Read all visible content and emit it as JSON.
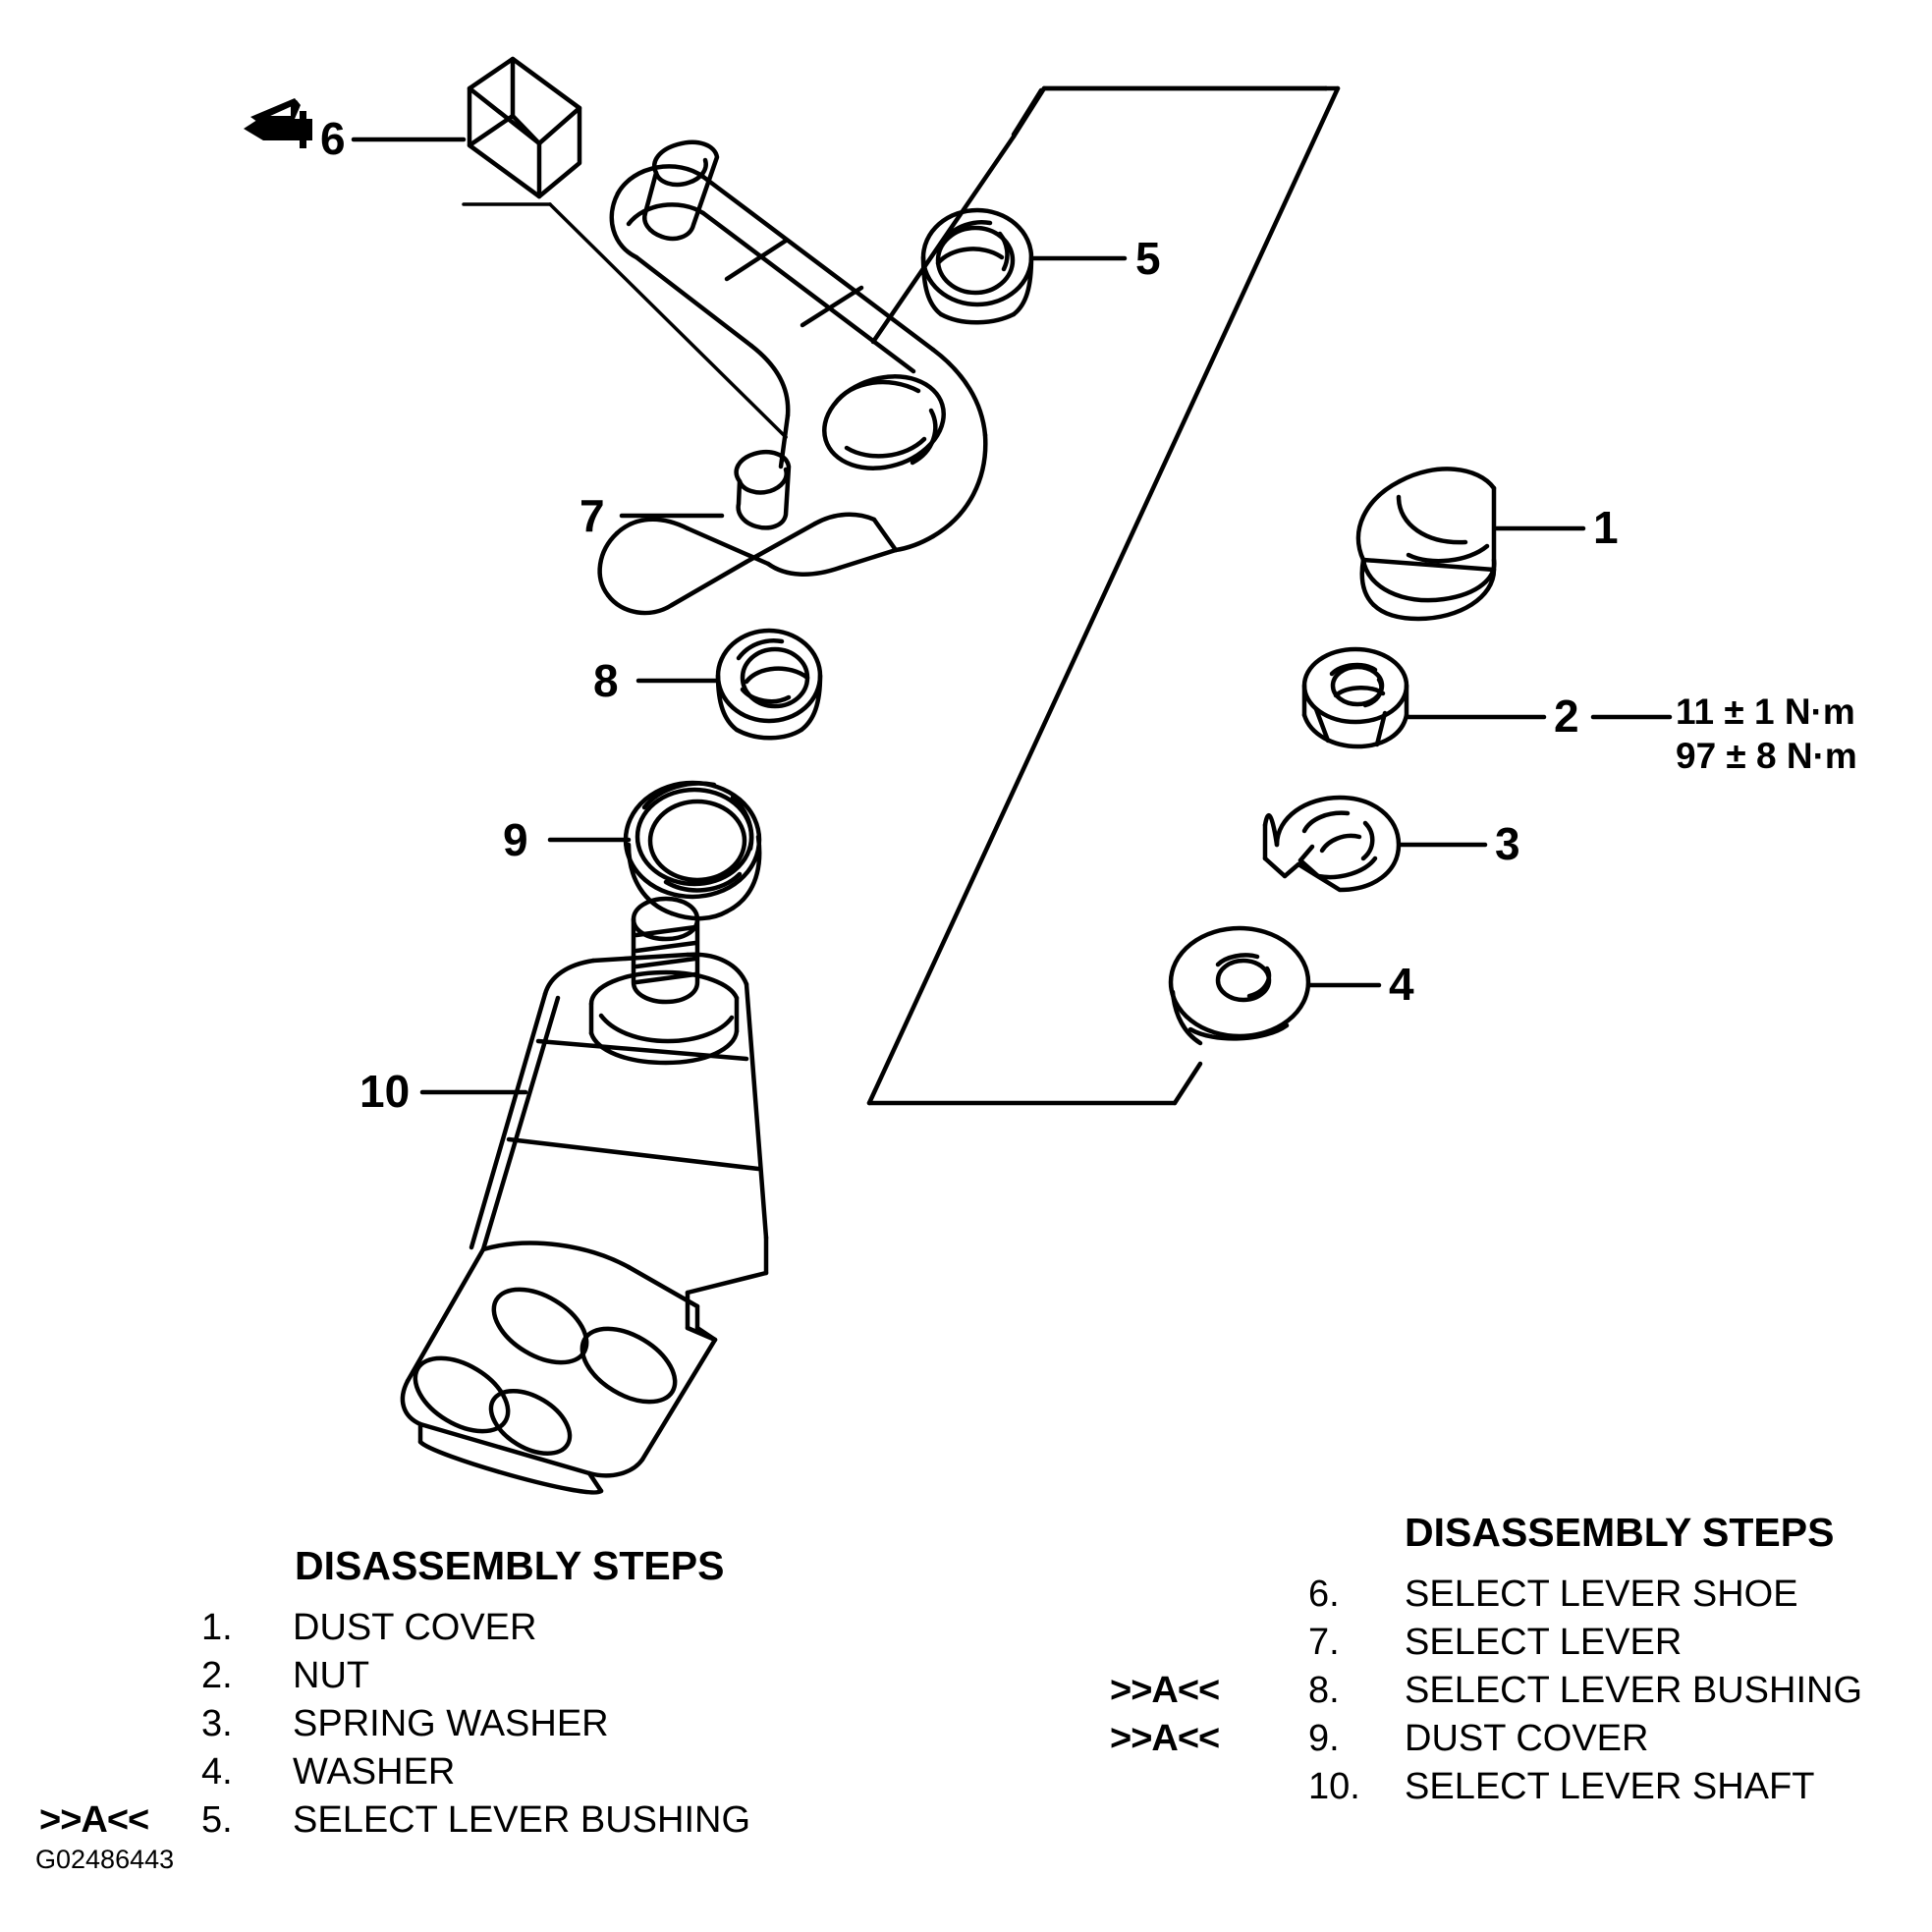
{
  "figure": {
    "code": "G02486443",
    "subject": "select-lever-exploded-assembly"
  },
  "callouts": [
    {
      "id": "1",
      "label": "1",
      "part": "DUST COVER"
    },
    {
      "id": "2",
      "label": "2",
      "part": "NUT"
    },
    {
      "id": "3",
      "label": "3",
      "part": "SPRING WASHER"
    },
    {
      "id": "4",
      "label": "4",
      "part": "WASHER"
    },
    {
      "id": "5",
      "label": "5",
      "part": "SELECT LEVER BUSHING"
    },
    {
      "id": "6",
      "label": "6",
      "part": "SELECT LEVER SHOE"
    },
    {
      "id": "7",
      "label": "7",
      "part": "SELECT LEVER"
    },
    {
      "id": "8",
      "label": "8",
      "part": "SELECT LEVER BUSHING"
    },
    {
      "id": "9",
      "label": "9",
      "part": "DUST COVER"
    },
    {
      "id": "10",
      "label": "10",
      "part": "SELECT LEVER SHAFT"
    }
  ],
  "torque": {
    "line1": "11 ± 1 N·m",
    "line2": "97 ± 8 N·m"
  },
  "steps_left": {
    "title": "DISASSEMBLY STEPS",
    "rows": [
      {
        "marker": "",
        "num": "1.",
        "label": "DUST COVER"
      },
      {
        "marker": "",
        "num": "2.",
        "label": "NUT"
      },
      {
        "marker": "",
        "num": "3.",
        "label": "SPRING WASHER"
      },
      {
        "marker": "",
        "num": "4.",
        "label": "WASHER"
      },
      {
        "marker": ">>A<<",
        "num": "5.",
        "label": "SELECT LEVER BUSHING"
      }
    ]
  },
  "steps_right": {
    "title": "DISASSEMBLY STEPS",
    "rows": [
      {
        "marker": "",
        "num": "6.",
        "label": "SELECT LEVER SHOE"
      },
      {
        "marker": "",
        "num": "7.",
        "label": "SELECT LEVER"
      },
      {
        "marker": ">>A<<",
        "num": "8.",
        "label": "SELECT LEVER BUSHING"
      },
      {
        "marker": ">>A<<",
        "num": "9.",
        "label": "DUST COVER"
      },
      {
        "marker": "",
        "num": "10.",
        "label": "SELECT LEVER SHAFT"
      }
    ]
  },
  "icons": {
    "clip_marker": "spring-clip-icon"
  },
  "colors": {
    "ink": "#000000",
    "paper": "#ffffff"
  }
}
